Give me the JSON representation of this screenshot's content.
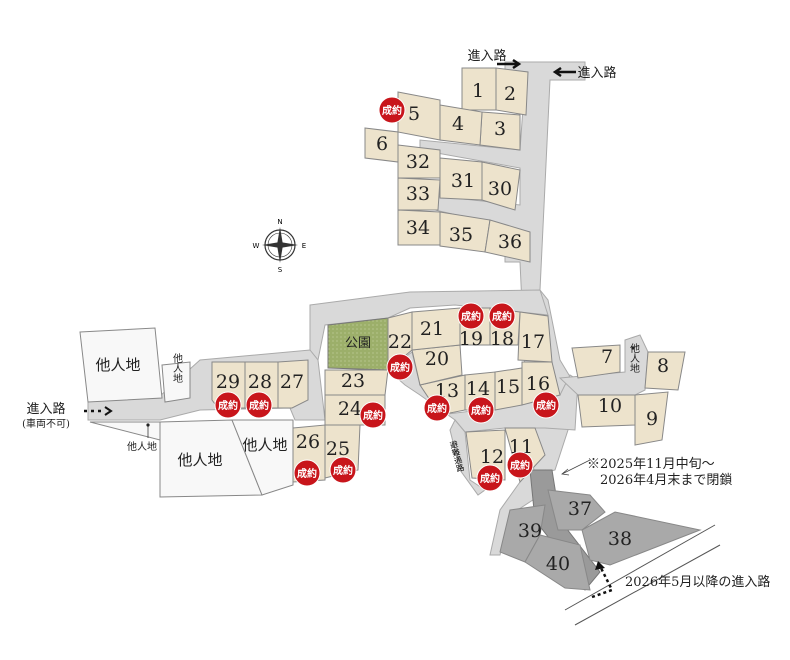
{
  "entrances": {
    "top_left": "進入路",
    "top_right": "進入路",
    "west": "進入路",
    "west_note": "(車両不可)",
    "new_route": "2026年5月以降の進入路"
  },
  "closure_note": [
    "※2025年11月中旬〜",
    "2026年4月末まで閉鎖"
  ],
  "park_label": "公園",
  "evacuation_path_label": "避難通路",
  "other_land_label": "他人地",
  "sold_label": "成約",
  "compass": {
    "n": "N",
    "e": "E",
    "s": "S",
    "w": "W"
  },
  "colors": {
    "lot": "#ede3cc",
    "lot_new": "#a9a9a9",
    "road": "#d9d9d9",
    "park": "#9caf6a",
    "sold": "#c8151b",
    "other": "#f8f8f8"
  },
  "lots": [
    {
      "no": "1",
      "sold": false
    },
    {
      "no": "2",
      "sold": false
    },
    {
      "no": "3",
      "sold": false
    },
    {
      "no": "4",
      "sold": false
    },
    {
      "no": "5",
      "sold": true
    },
    {
      "no": "6",
      "sold": false
    },
    {
      "no": "7",
      "sold": false
    },
    {
      "no": "8",
      "sold": false
    },
    {
      "no": "9",
      "sold": false
    },
    {
      "no": "10",
      "sold": false
    },
    {
      "no": "11",
      "sold": true
    },
    {
      "no": "12",
      "sold": true
    },
    {
      "no": "13",
      "sold": true
    },
    {
      "no": "14",
      "sold": true
    },
    {
      "no": "15",
      "sold": false
    },
    {
      "no": "16",
      "sold": true
    },
    {
      "no": "17",
      "sold": false
    },
    {
      "no": "18",
      "sold": true
    },
    {
      "no": "19",
      "sold": true
    },
    {
      "no": "20",
      "sold": false
    },
    {
      "no": "21",
      "sold": false
    },
    {
      "no": "22",
      "sold": true
    },
    {
      "no": "23",
      "sold": false
    },
    {
      "no": "24",
      "sold": true
    },
    {
      "no": "25",
      "sold": true
    },
    {
      "no": "26",
      "sold": true
    },
    {
      "no": "27",
      "sold": false
    },
    {
      "no": "28",
      "sold": true
    },
    {
      "no": "29",
      "sold": true
    },
    {
      "no": "30",
      "sold": false
    },
    {
      "no": "31",
      "sold": false
    },
    {
      "no": "32",
      "sold": false
    },
    {
      "no": "33",
      "sold": false
    },
    {
      "no": "34",
      "sold": false
    },
    {
      "no": "35",
      "sold": false
    },
    {
      "no": "36",
      "sold": false
    },
    {
      "no": "37",
      "sold": false,
      "phase": "new"
    },
    {
      "no": "38",
      "sold": false,
      "phase": "new"
    },
    {
      "no": "39",
      "sold": false,
      "phase": "new"
    },
    {
      "no": "40",
      "sold": false,
      "phase": "new"
    }
  ]
}
